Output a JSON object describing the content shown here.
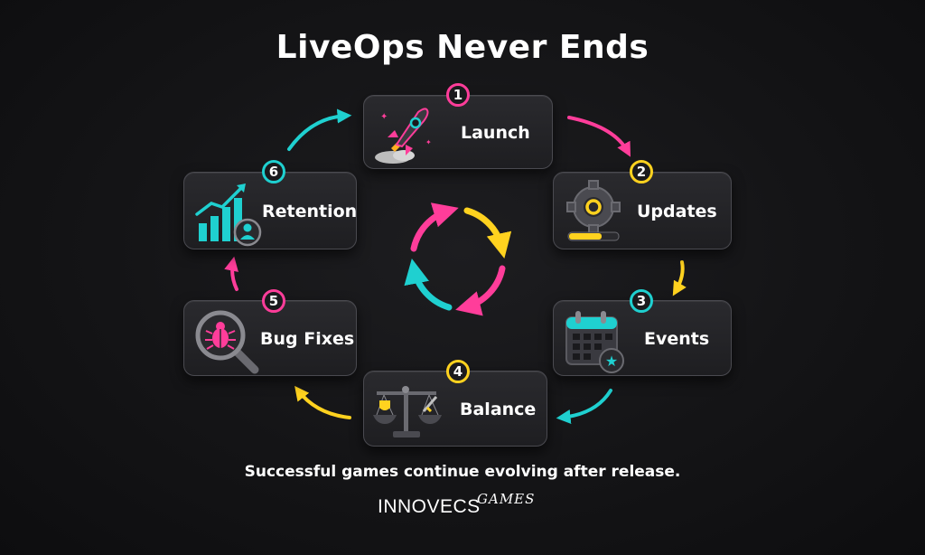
{
  "title": "LiveOps Never Ends",
  "steps": [
    {
      "number": "1",
      "label": "Launch",
      "icon": "rocket-icon",
      "color": "#ff3d9a"
    },
    {
      "number": "2",
      "label": "Updates",
      "icon": "gear-icon",
      "color": "#ffd21f"
    },
    {
      "number": "3",
      "label": "Events",
      "icon": "calendar-icon",
      "color": "#1fd0d0"
    },
    {
      "number": "4",
      "label": "Balance",
      "icon": "scale-icon",
      "color": "#ffd21f"
    },
    {
      "number": "5",
      "label": "Bug Fixes",
      "icon": "bug-magnifier-icon",
      "color": "#ff3d9a"
    },
    {
      "number": "6",
      "label": "Retention",
      "icon": "growth-chart-icon",
      "color": "#1fd0d0"
    }
  ],
  "center_icon": "cycle-arrows-icon",
  "tagline": "Successful games continue evolving after release.",
  "brand": {
    "name": "INNOVECS",
    "sub": "GAMES"
  },
  "colors": {
    "pink": "#ff3d9a",
    "yellow": "#ffd21f",
    "cyan": "#1fd0d0",
    "background": "#141416"
  }
}
